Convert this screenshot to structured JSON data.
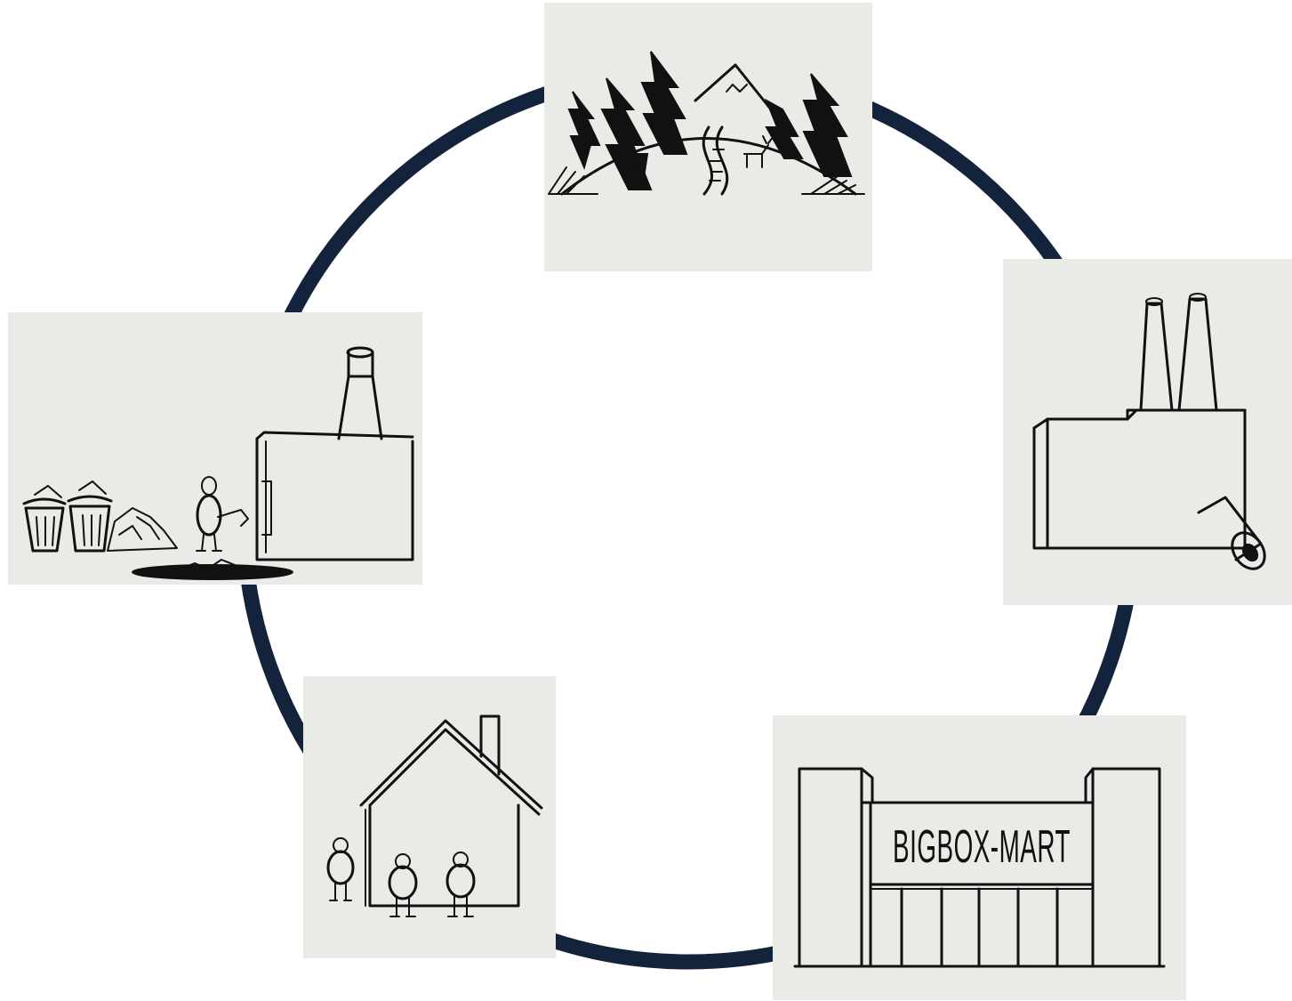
{
  "diagram": {
    "type": "cycle",
    "ring_color": "#14233c",
    "panel_background": "#e9ebe7",
    "stages": [
      {
        "id": "nature",
        "icon": "forest-mountain-illustration"
      },
      {
        "id": "factory",
        "icon": "factory-illustration"
      },
      {
        "id": "store",
        "icon": "store-illustration",
        "sign_text": "BIGBOX-MART"
      },
      {
        "id": "house",
        "icon": "house-with-people-illustration"
      },
      {
        "id": "waste",
        "icon": "landfill-incinerator-illustration"
      }
    ]
  }
}
